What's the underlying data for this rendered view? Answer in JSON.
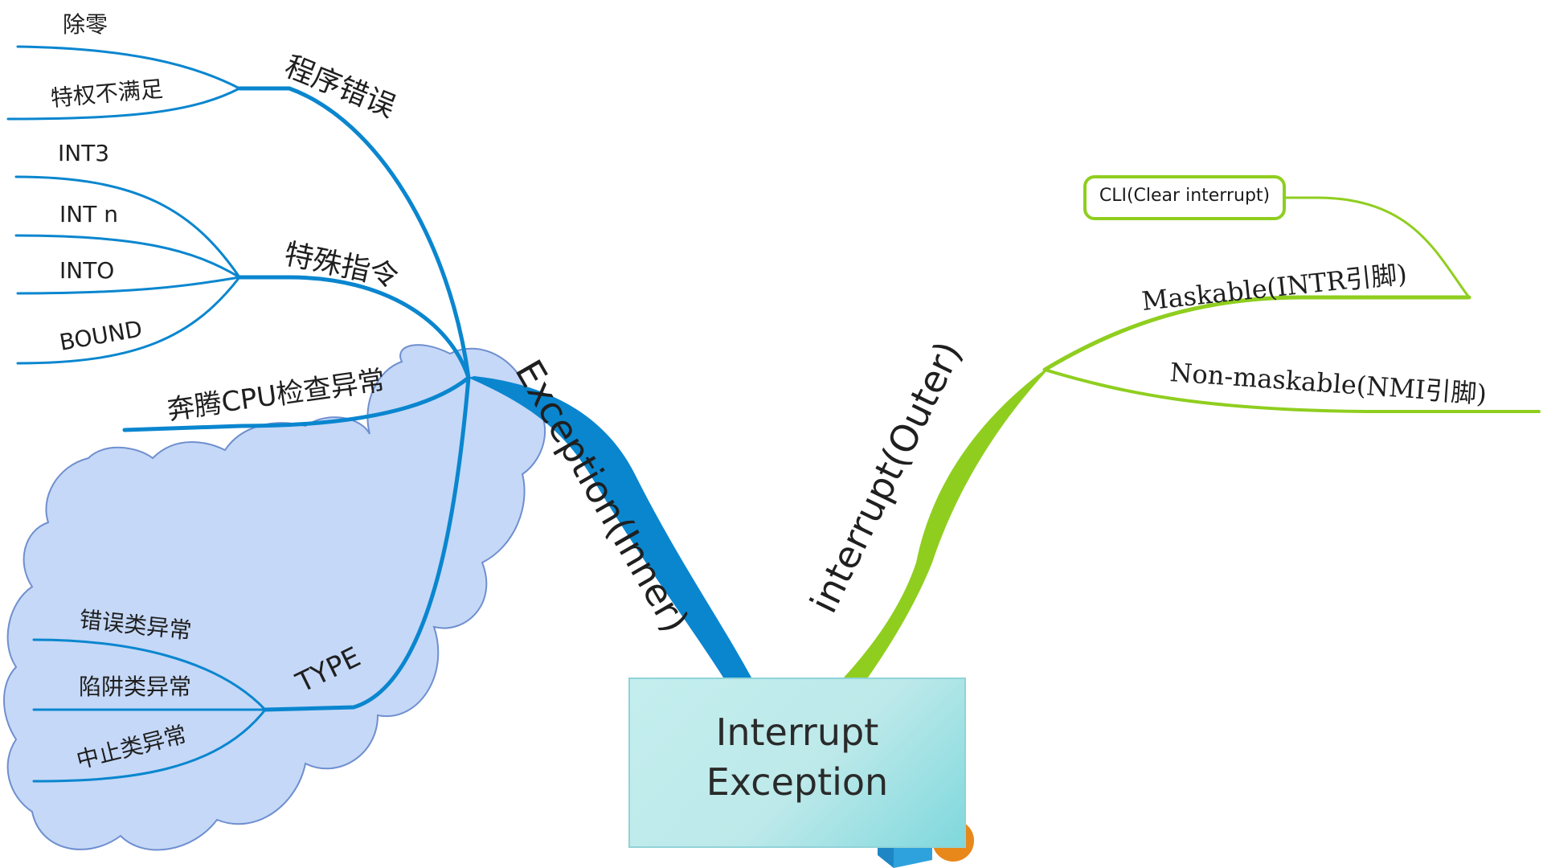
{
  "colors": {
    "exception_branch": "#0a86cf",
    "interrupt_branch": "#8fce1f",
    "cloud_fill": "#c5d8f7",
    "cloud_stroke": "#6f8fcf",
    "central_box": "#c4eeee",
    "text": "#1f1f1f"
  },
  "central": {
    "line1": "Interrupt",
    "line2": "Exception",
    "icon": "3d-shapes-icon"
  },
  "exception": {
    "label": "Exception(Inner)",
    "groups": {
      "program_error": {
        "label": "程序错误",
        "items": [
          "除零",
          "特权不满足"
        ]
      },
      "special_instruction": {
        "label": "特殊指令",
        "items": [
          "INT3",
          "INT n",
          "INTO",
          "BOUND"
        ]
      },
      "pentium_check": {
        "label": "奔腾CPU检查异常"
      },
      "type": {
        "label": "TYPE",
        "items": [
          "错误类异常",
          "陷阱类异常",
          "中止类异常"
        ]
      }
    }
  },
  "interrupt": {
    "label": "interrupt(Outer)",
    "maskable": "Maskable(INTR引脚)",
    "non_maskable": "Non-maskable(NMI引脚)",
    "cli": "CLI(Clear interrupt)"
  }
}
